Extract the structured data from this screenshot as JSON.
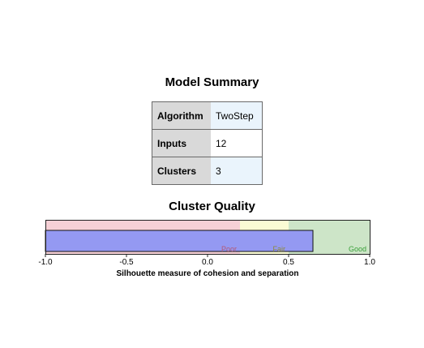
{
  "model_summary": {
    "title": "Model Summary",
    "rows": [
      {
        "key": "Algorithm",
        "value": "TwoStep"
      },
      {
        "key": "Inputs",
        "value": "12"
      },
      {
        "key": "Clusters",
        "value": "3"
      }
    ]
  },
  "chart_data": {
    "type": "bar",
    "orientation": "horizontal",
    "title": "Cluster Quality",
    "xlabel": "Silhouette measure of cohesion and separation",
    "xlim": [
      -1.0,
      1.0
    ],
    "xticks": [
      -1.0,
      -0.5,
      0.0,
      0.5,
      1.0
    ],
    "xtick_labels": [
      "-1.0",
      "-0.5",
      "0.0",
      "0.5",
      "1.0"
    ],
    "value": 0.65,
    "bar_color": "#9499f2",
    "bands": [
      {
        "label": "Poor",
        "from": -1.0,
        "to": 0.2,
        "color": "#f6d0d6",
        "label_color": "#b25a78"
      },
      {
        "label": "Fair",
        "from": 0.2,
        "to": 0.5,
        "color": "#fafbd4",
        "label_color": "#8c8a3a"
      },
      {
        "label": "Good",
        "from": 0.5,
        "to": 1.0,
        "color": "#cde5c8",
        "label_color": "#3aa03a"
      }
    ]
  }
}
